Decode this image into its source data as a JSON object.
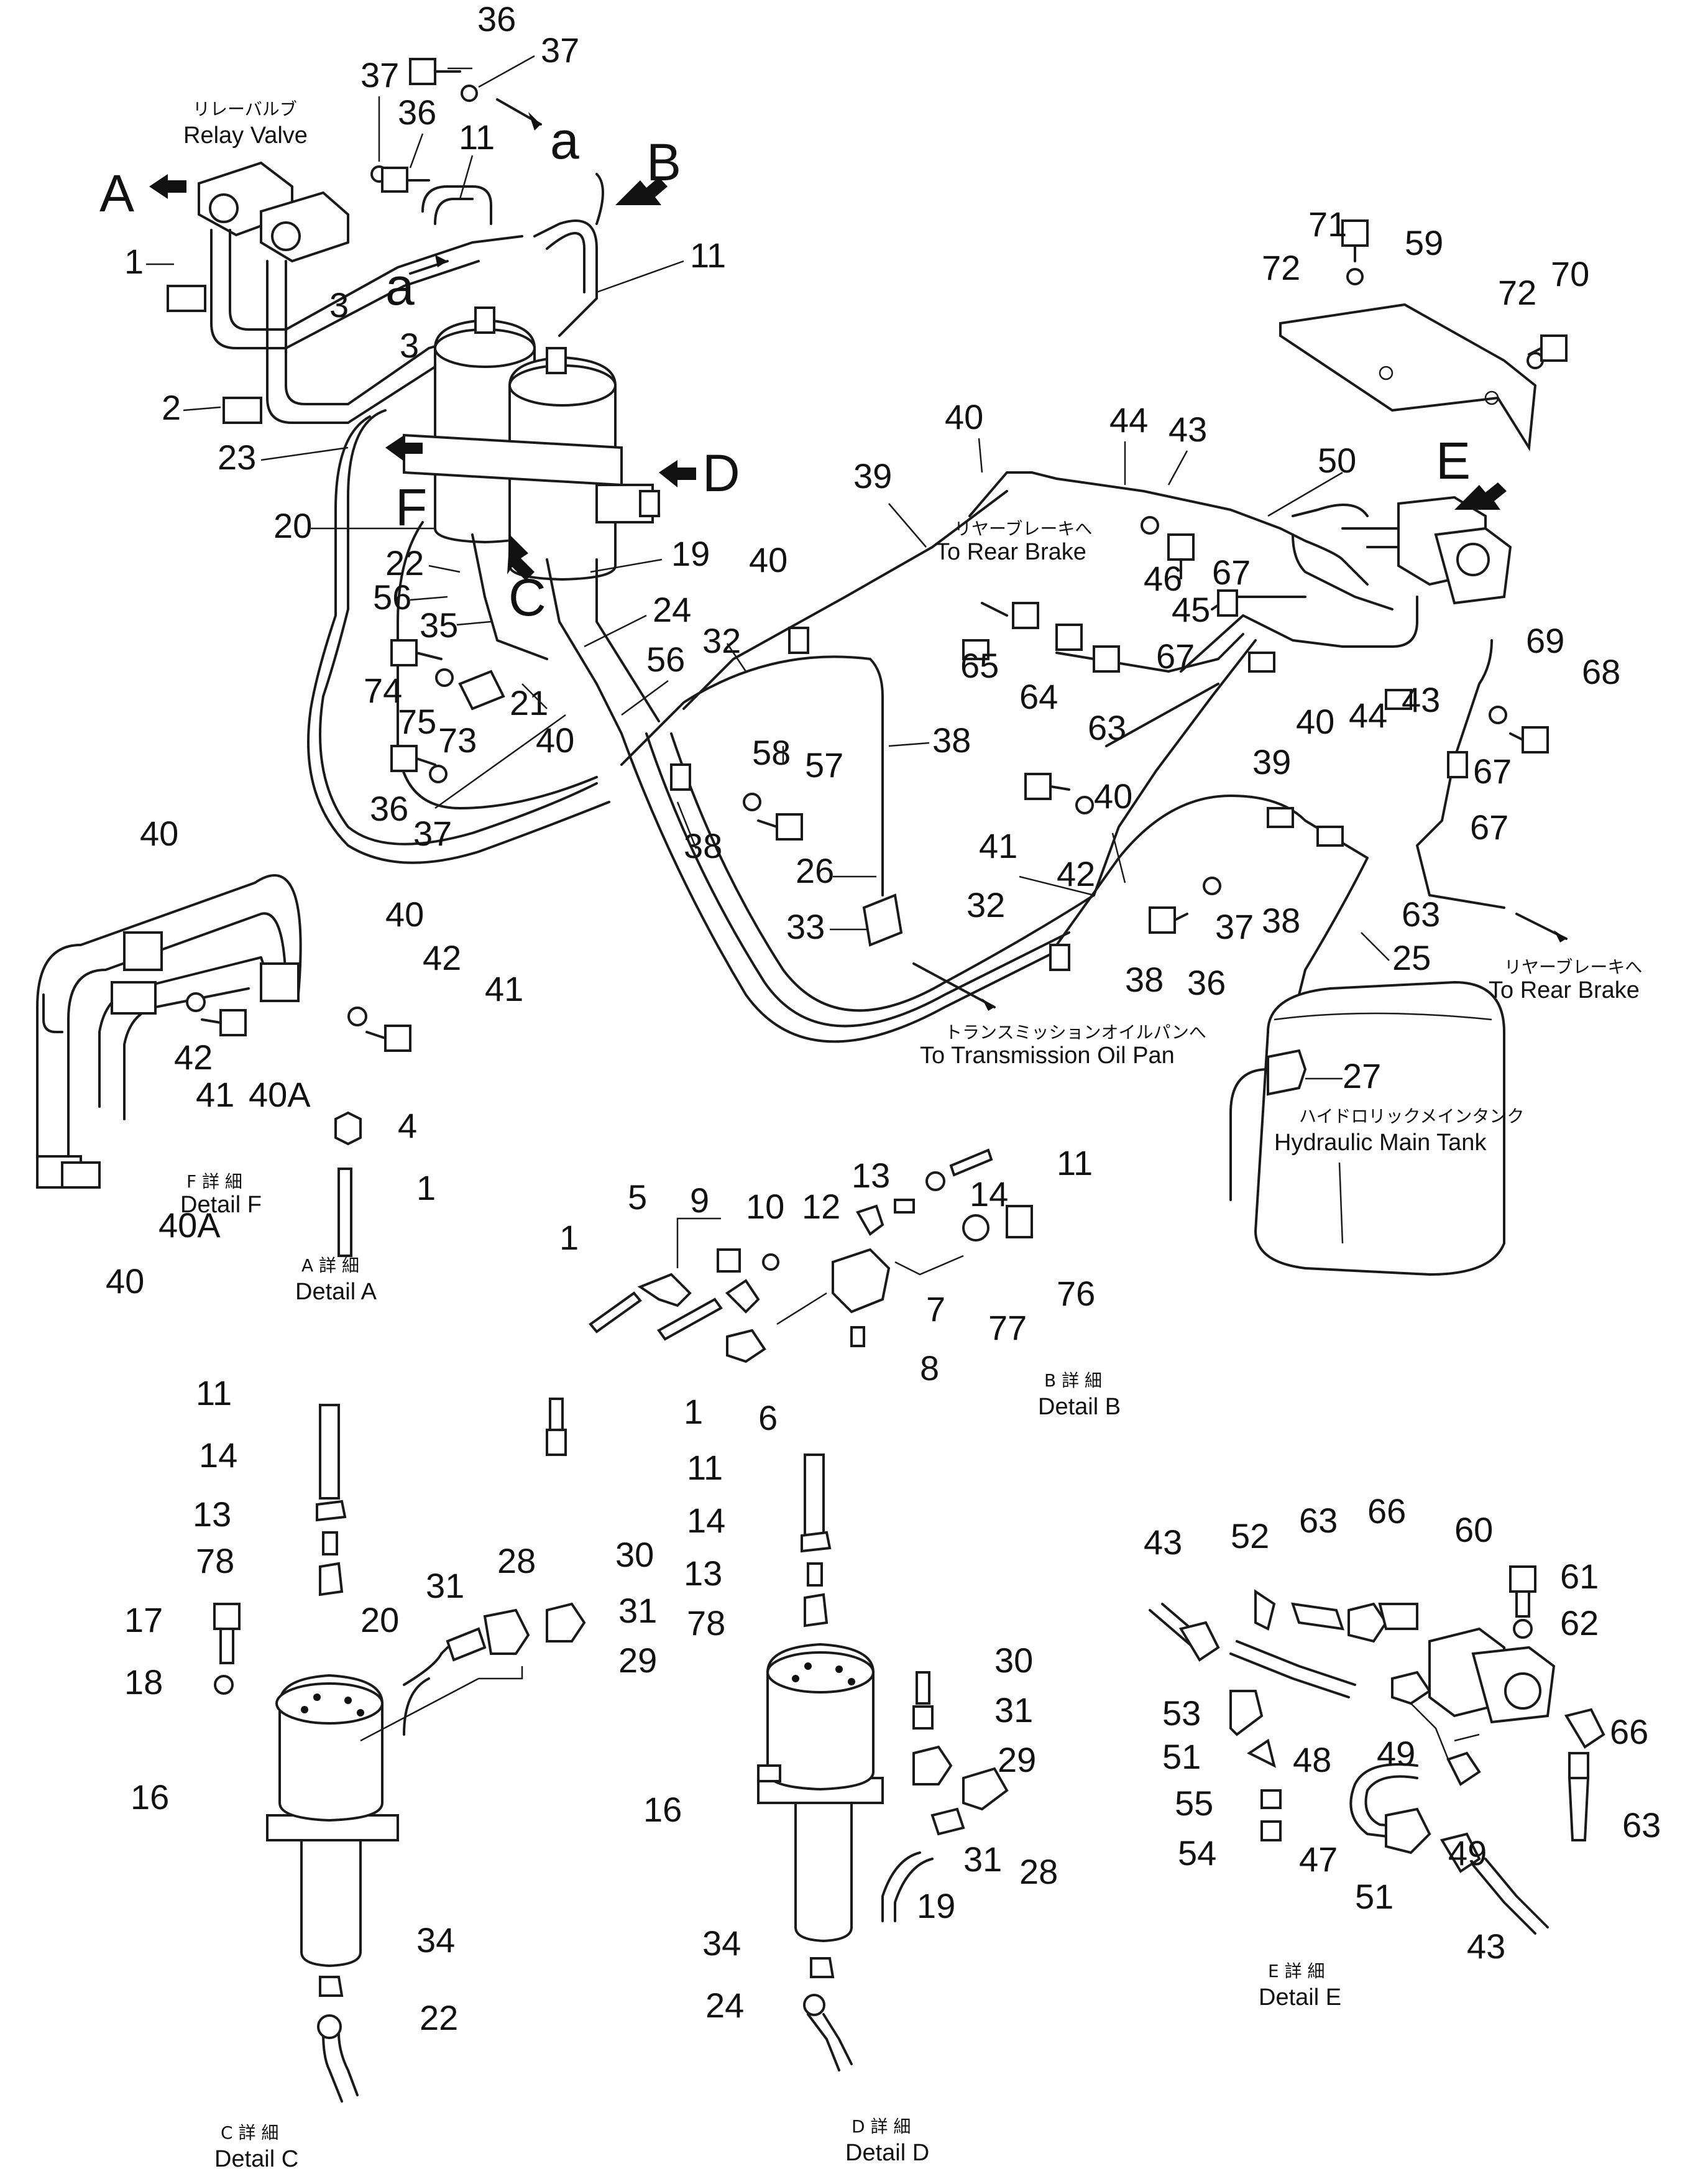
{
  "captions": {
    "relay_valve_jp": "リレーバルブ",
    "relay_valve": "Relay Valve",
    "rear_brake_jp_1": "リヤーブレーキへ",
    "rear_brake_1": "To Rear Brake",
    "rear_brake_jp_2": "リヤーブレーキへ",
    "rear_brake_2": "To Rear Brake",
    "trans_pan_jp": "トランスミッションオイルパンへ",
    "trans_pan": "To Transmission Oil Pan",
    "hyd_tank_jp": "ハイドロリックメインタンク",
    "hyd_tank": "Hydraulic Main Tank"
  },
  "details": {
    "a_jp": "A 詳 細",
    "a": "Detail A",
    "b_jp": "B 詳 細",
    "b": "Detail B",
    "c_jp": "C 詳 細",
    "c": "Detail C",
    "d_jp": "D 詳 細",
    "d": "Detail D",
    "e_jp": "E 詳 細",
    "e": "Detail E",
    "f_jp": "F 詳 細",
    "f": "Detail F"
  },
  "view_markers": [
    "A",
    "B",
    "C",
    "D",
    "E",
    "F",
    "a",
    "a"
  ],
  "part_labels": [
    "36",
    "37",
    "37",
    "36",
    "11",
    "11",
    "1",
    "3",
    "3",
    "2",
    "23",
    "20",
    "22",
    "56",
    "35",
    "21",
    "19",
    "24",
    "56",
    "74",
    "75",
    "73",
    "36",
    "37",
    "40",
    "38",
    "32",
    "58",
    "57",
    "38",
    "26",
    "33",
    "39",
    "40",
    "44",
    "43",
    "50",
    "46",
    "45",
    "40",
    "65",
    "64",
    "63",
    "67",
    "67",
    "40",
    "44",
    "43",
    "39",
    "71",
    "72",
    "59",
    "72",
    "70",
    "69",
    "68",
    "67",
    "67",
    "63",
    "41",
    "42",
    "40",
    "32",
    "38",
    "36",
    "37",
    "38",
    "25",
    "27",
    "40",
    "40",
    "42",
    "41",
    "42",
    "41",
    "40A",
    "40A",
    "40",
    "4",
    "1",
    "9",
    "10",
    "12",
    "13",
    "11",
    "14",
    "5",
    "1",
    "7",
    "77",
    "76",
    "8",
    "1",
    "6",
    "11",
    "14",
    "13",
    "78",
    "17",
    "18",
    "16",
    "34",
    "22",
    "20",
    "31",
    "28",
    "30",
    "31",
    "29",
    "11",
    "14",
    "13",
    "78",
    "30",
    "31",
    "29",
    "16",
    "28",
    "31",
    "19",
    "34",
    "24",
    "43",
    "52",
    "63",
    "66",
    "60",
    "61",
    "62",
    "53",
    "51",
    "48",
    "49",
    "66",
    "55",
    "54",
    "47",
    "51",
    "49",
    "63",
    "43"
  ]
}
